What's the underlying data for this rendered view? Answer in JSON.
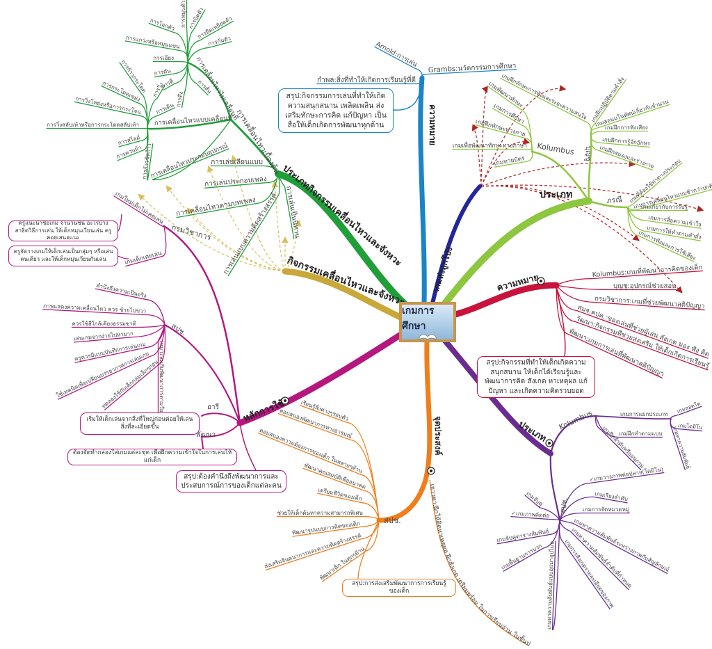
{
  "center": {
    "title": "เกมการศึกษา"
  },
  "colors": {
    "rhythm": "#c9a83a",
    "activity": "#1f9e3a",
    "meaning_blue": "#1a84c7",
    "balloon": "#23279a",
    "types_green": "#8dc63f",
    "meaning_red": "#c8143c",
    "types_purple": "#6a2c91",
    "purpose": "#f07e1a",
    "principles": "#b5177f",
    "dash_red": "#b22222",
    "dash_gold": "#d8c060"
  },
  "rhythm": {
    "label": "กิจกรรมเคลื่อนไหวและจังหวะ"
  },
  "activity_types": {
    "label": "ประเภทกิจกรรมเคลื่อนไหวและจังหวะ",
    "basic": "การเคลื่อนไหวเบื้องต้น",
    "nonloco": "การเคลื่อนไหวไม่เคลื่อนที่",
    "nonloco_items": [
      "การหมุนตัว",
      "การบิดตัว",
      "การยืดเหยียดตัว",
      "การก้มตัว",
      "การโยกตัว",
      "การแกว่งหรือหมุนแขน",
      "การเอียง",
      "การดัน",
      "การตี",
      "การดึง",
      "การสั่น"
    ],
    "loco": "การเคลื่อนไหวแบบเคลื่อนที่",
    "loco_items": [
      "การก้าวกระโดด",
      "การกระโดดเขย่ง",
      "การวิ่งโหย่งหรือการกระโจน",
      "การวิ่ง",
      "การเดิน",
      "การวิ่งสลับเท้าหรือการกระโดดสลับเท้า",
      "การสไลด์",
      "การควบม้า",
      "การก้าวชิดก้าว"
    ],
    "equipment": "การเคลื่อนไหวประกอบอุปกรณ์",
    "play_items": [
      "การเล่นเลียนแบบ",
      "การเล่นประกอบเพลง",
      "การเคลื่อนไหวตามบทเพลง",
      "การเล่นแบบความคิดสร้างสรรค์",
      "การเล่นเป็นนิทาน"
    ]
  },
  "meaning_blue": {
    "label": "ความหมาย",
    "items": [
      "Arnold:การเล่น",
      "Grambs:นวัตกรรมการศึกษา",
      "กำพล:สิ่งที่ทำให้เกิดการเรียนรู้ที่ดี"
    ],
    "summary": "สรุป:กิจกรรมการเล่นที่ทำให้เกิดความสนุกสนาน เพลิดเพลิน ส่งเสริมทักษะการคิด แก้ปัญหา เป็นสื่อให้เด็กเกิดการพัฒนาทุกด้าน"
  },
  "balloon": {
    "label": "เกมส่งลูกโป่ง"
  },
  "types_green": {
    "label": "ประเภท",
    "kolumbus": "Kolumbus",
    "kolumbus_items": [
      "เกมพัฒนาทักษะ",
      "เกมการศึกษา",
      "เกมฝึกทักษะทางกาย",
      "เกมเพื่อพัฒนาทักษะทางภาษา",
      "เกมทายบัตร"
    ],
    "bunchu": "บุญชู",
    "bunchu_items": [
      "เกมฝึกทักษะการฟังและระยะความสนใจ",
      "เกมฝึกปฏิบัติตามคำสั่ง",
      "เกมสอนมโนทัศน์เกี่ยวกับจำนวน",
      "เกมฝึกการฟังเสียง",
      "เกมฝึกการรู้จักอักษร",
      "เกมฝึกสมองและร่างกาย"
    ],
    "phorn": "ภรณี",
    "phorn_items": [
      "เกมที่ต้องใช้ท่าทางประกอบ",
      "เกมการเคลื่อนไหวแบบช้ากว่าปกติ",
      "เกมเกี่ยวกับการรับรู้",
      "เกมการสื่อความเข้าใจ",
      "เกมการให้ทำตามคำสั่ง",
      "เกมการฟังและการใช้เสียง"
    ]
  },
  "meaning_red": {
    "label": "ความหมาย",
    "items": [
      "Kolumbus:เกมที่พัฒนาการคิดของเด็ก",
      "บุญชู:อุปกรณ์ช่วยสอน",
      "กรมวิชาการ:เกมที่ช่วยพัฒนาสติปัญญา",
      "สมจ.คปค.:ของเล่นที่ช่วยผู้เล่น สังเกต มอง ฟัง คิด",
      "วัฒนา:กิจกรรมที่ช่วยส่งเสริม ให้เด็กเกิดการเรียนรู้",
      "พัฒนา:เกมการเล่นที่พัฒนาสติปัญญา"
    ],
    "summary": "สรุป:กิจกรรมที่ทำให้เด็กเกิดความสนุกสนาน ให้เด็กได้เรียนรู้และพัฒนาการคิด สังเกต หาเหตุผล แก้ปัญหา และเกิดความคิดรวบยอด"
  },
  "types_purple": {
    "label": "ประเภท",
    "kolumbus": "Kolumbus",
    "kolumbus_items": [
      "เกมการแยกประเภท",
      "เกมฝึกทำตามแบบ",
      "เกมฝึกลำดับหรืออนุกรม"
    ],
    "sort_items": [
      "เกมลอตโต",
      "เกมโดมิโน",
      "เกมหาความสัมพันธ์"
    ],
    "spc": "สปช.",
    "spc_items": [
      "✓เกมวางภาพต่อปลาย(โดมิโน)",
      "เกมเรียงลำดับ",
      "เกมการจัดหมวดหมู่",
      "เกมหาความสัมพันธ์ระหว่างภาพกับสัญลักษณ์",
      "เกมหาความสัมพันธ์ลำดับที่กำหนด",
      "เกมการสังเกตรายละเอียดของภาพ",
      "เกมหาความสัมพันธ์แบบอุปมาอุปไมย",
      "เกมจับคู่",
      "✓เกมภาพตัดต่อ",
      "เกมจับคู่ตารางสัมพันธ์",
      "เกมพื้นฐานการบวก"
    ]
  },
  "purpose": {
    "label": "จุดประสงค์",
    "spc": "สปช.",
    "spc_items": [
      "เรียนรู้สิ่งต่างๆรอบตัว",
      "ตอบสนองพัฒนาการทางอารมณ์",
      "ตอบสนองความต้องการของเด็ก ในหลายๆด้าน",
      "พัฒนาคุณสมบัติเพื่ออนาคต",
      "เตรียมชีวิตของเด็ก",
      "ช่วยให้เด็กค้นหาความสามารถพิเศษ",
      "พัฒนารูปแบบการคิดของเด็ก",
      "ส่งเสริมจินตนาการและความคิดสร้างสรรค์",
      "พัฒนาเด็ก ในทุกๆด้าน"
    ],
    "summary": "สรุป:การส่งเสริมพัฒนาการการเรียนรู้ของเด็ก",
    "yaowapa": "เยาวพา:ฝึกให้คิดหาเหตุผล ฝึกสังเกต เตรียมพร้อม ในการเรียนอ่าน ในชั้นป."
  },
  "principles": {
    "label": "หลักการใช้",
    "dept": "กรมวิชาการ",
    "new_game": "เกมใหม่เด็กไม่เคยเล่น",
    "new_note": "ครูแนะนำชื่อเกม จำนวนชิ้น อะไรบ้าง สาธิตวิธีการเล่น ให้เด็กหมุนเวียนเล่น ครูคอยเสนอแนะ",
    "old_game": "เกมเด็กเคยเล่น",
    "old_note": "ครูจัดวางเกมให้เด็กเล่นเป็นกลุ่มๆ หรือเล่นคนเดียว และให้เด็กหมุนเวียนกันเล่น",
    "spc": "สปช.",
    "spc_items": [
      "คำนึงถึงความเป็นจริง",
      "ภาพแสดงความเคลื่อนไหว ควร ซ้ายไปขวา",
      "ควรใช้สีใกล้เคียงธรรมชาติ",
      "เล่นเกมจากง่ายไปหายาก",
      "ครูควรมีแบบบันทึกการเล่นเกม",
      "ใช้เทคนิคเพื่อเปลี่ยนบรรยากาศการเล่นเกม",
      "ทดลองใช้กับเด็กกลุ่มเล็กๆก่อน",
      "เหมาะสมกับพัฒนาการตามวัย"
    ],
    "aree": "อารี",
    "aree_note": "เริ่มให้เด็กเล่นจากสิ่งที่ใหญ่ก่อนค่อยให้เล่นสิ่งที่ละเอียดขึ้น",
    "patana": "พัฒนา",
    "patana_note": "ต้องจัดทำกล่องใส่เกมแต่ละชุด เพื่อฝึกความเข้าใจในการเล่นให้แก่เด็ก",
    "summary": "สรุป:ต้องคำนึงถึงพัฒนาการและประสบการณ์การของเด็กแต่ละคน"
  }
}
